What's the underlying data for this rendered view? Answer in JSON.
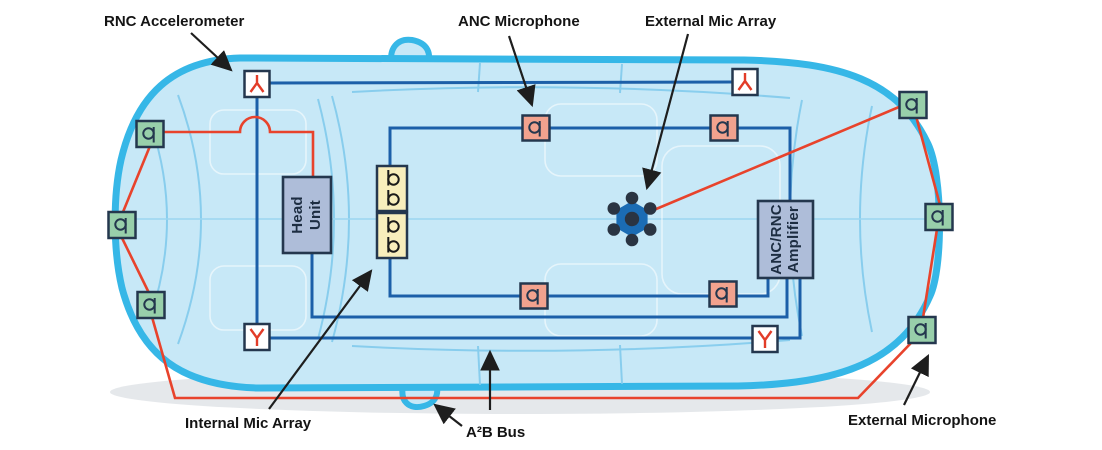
{
  "callouts": {
    "rnc_accelerometer": "RNC Accelerometer",
    "anc_microphone": "ANC Microphone",
    "external_mic_array": "External Mic Array",
    "internal_mic_array": "Internal Mic Array",
    "a2b_bus": "A²B Bus",
    "external_microphone": "External Microphone"
  },
  "boxes": {
    "head_unit": {
      "line1": "Head",
      "line2": "Unit"
    },
    "amplifier": {
      "line1": "ANC/RNC",
      "line2": "Amplifier"
    }
  },
  "components": {
    "rnc_accelerometer": {
      "count": 4,
      "fill": "#ffffff",
      "symbol_color": "#e23c28"
    },
    "anc_microphone": {
      "count": 4,
      "fill": "#f2a28e"
    },
    "external_microphone": {
      "count": 6,
      "fill": "#98cfaa"
    },
    "internal_mic_array": {
      "box_count": 2,
      "mics_per_box": 2,
      "fill": "#f8eebc"
    },
    "external_mic_array": {
      "mic_count": 7,
      "fill": "#1b6cb4"
    }
  },
  "colors": {
    "a2b_bus_blue": "#1c5fa8",
    "external_mic_red": "#e8432c",
    "car_outline": "#36b7e7",
    "car_body": "#c7e8f7",
    "box_border": "#24374e",
    "unit_box_fill": "#aebdd9"
  }
}
